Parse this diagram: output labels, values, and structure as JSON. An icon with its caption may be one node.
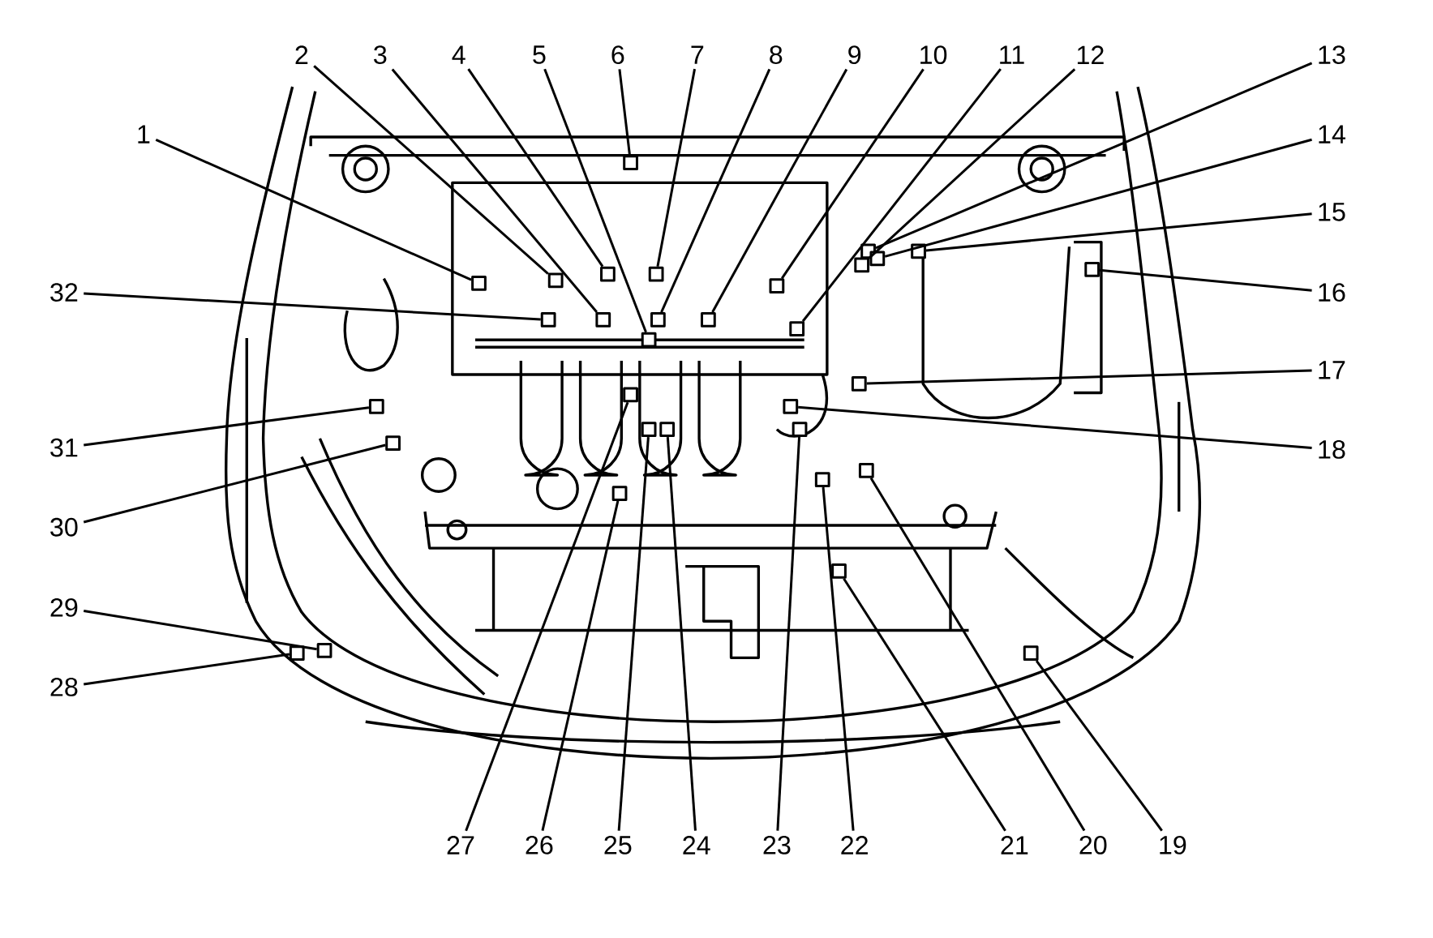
{
  "diagram": {
    "nodes": [
      {
        "text": [
          "1"
        ]
      },
      {
        "text": [
          "2"
        ]
      },
      {
        "text": [
          "3"
        ]
      },
      {
        "text": [
          "4"
        ]
      },
      {
        "text": [
          "5"
        ]
      },
      {
        "text": [
          "6"
        ]
      },
      {
        "text": [
          "7"
        ]
      },
      {
        "text": [
          "8"
        ]
      },
      {
        "text": [
          "9"
        ]
      },
      {
        "text": [
          "10"
        ]
      },
      {
        "text": [
          "11"
        ]
      },
      {
        "text": [
          "12"
        ]
      },
      {
        "text": [
          "13"
        ]
      },
      {
        "text": [
          "14"
        ]
      },
      {
        "text": [
          "15"
        ]
      },
      {
        "text": [
          "16"
        ]
      },
      {
        "text": [
          "17"
        ]
      },
      {
        "text": [
          "18"
        ]
      },
      {
        "text": [
          "19"
        ]
      },
      {
        "text": [
          "20"
        ]
      },
      {
        "text": [
          "21"
        ]
      },
      {
        "text": [
          "22"
        ]
      },
      {
        "text": [
          "23"
        ]
      },
      {
        "text": [
          "24"
        ]
      },
      {
        "text": [
          "25"
        ]
      },
      {
        "text": [
          "26"
        ]
      },
      {
        "text": [
          "27"
        ]
      },
      {
        "text": [
          "28"
        ]
      },
      {
        "text": [
          "29"
        ]
      },
      {
        "text": [
          "30"
        ]
      },
      {
        "text": [
          "31"
        ]
      },
      {
        "text": [
          "32"
        ]
      },
      {
        "text": [],
        "shape": "box"
      },
      {
        "text": [],
        "shape": "box"
      },
      {
        "text": [],
        "shape": "box"
      },
      {
        "text": [],
        "shape": "box"
      },
      {
        "text": [],
        "shape": "box"
      },
      {
        "text": [],
        "shape": "box"
      },
      {
        "text": [],
        "shape": "box"
      },
      {
        "text": [],
        "shape": "box"
      },
      {
        "text": [],
        "shape": "box"
      },
      {
        "text": [],
        "shape": "box"
      },
      {
        "text": [],
        "shape": "box"
      },
      {
        "text": [],
        "shape": "box"
      },
      {
        "text": [],
        "shape": "box"
      },
      {
        "text": [],
        "shape": "box"
      },
      {
        "text": [],
        "shape": "box"
      },
      {
        "text": [],
        "shape": "box"
      },
      {
        "text": [],
        "shape": "box"
      },
      {
        "text": [],
        "shape": "box"
      },
      {
        "text": [],
        "shape": "box"
      },
      {
        "text": [],
        "shape": "box"
      },
      {
        "text": [],
        "shape": "box"
      },
      {
        "text": [],
        "shape": "box"
      },
      {
        "text": [],
        "shape": "box"
      },
      {
        "text": [],
        "shape": "box"
      },
      {
        "text": [],
        "shape": "box"
      },
      {
        "text": [],
        "shape": "box"
      },
      {
        "text": [],
        "shape": "box"
      },
      {
        "text": [],
        "shape": "box"
      },
      {
        "text": [],
        "shape": "box"
      },
      {
        "text": [],
        "shape": "box"
      },
      {
        "text": [],
        "shape": "box"
      },
      {
        "text": [],
        "shape": "box"
      }
    ],
    "edges": [
      {
        "from": 0,
        "to": 32,
        "arrow": "none"
      },
      {
        "from": 1,
        "to": 33,
        "arrow": "none"
      },
      {
        "from": 2,
        "to": 34,
        "arrow": "none"
      },
      {
        "from": 3,
        "to": 35,
        "arrow": "none"
      },
      {
        "from": 4,
        "to": 36,
        "arrow": "none"
      },
      {
        "from": 5,
        "to": 37,
        "arrow": "none"
      },
      {
        "from": 6,
        "to": 38,
        "arrow": "none"
      },
      {
        "from": 7,
        "to": 39,
        "arrow": "none"
      },
      {
        "from": 8,
        "to": 40,
        "arrow": "none"
      },
      {
        "from": 9,
        "to": 41,
        "arrow": "none"
      },
      {
        "from": 10,
        "to": 42,
        "arrow": "none"
      },
      {
        "from": 11,
        "to": 43,
        "arrow": "none"
      },
      {
        "from": 12,
        "to": 44,
        "arrow": "none"
      },
      {
        "from": 13,
        "to": 45,
        "arrow": "none"
      },
      {
        "from": 14,
        "to": 46,
        "arrow": "none"
      },
      {
        "from": 15,
        "to": 47,
        "arrow": "none"
      },
      {
        "from": 16,
        "to": 48,
        "arrow": "none"
      },
      {
        "from": 17,
        "to": 49,
        "arrow": "none"
      },
      {
        "from": 18,
        "to": 50,
        "arrow": "none"
      },
      {
        "from": 19,
        "to": 51,
        "arrow": "none"
      },
      {
        "from": 20,
        "to": 52,
        "arrow": "none"
      },
      {
        "from": 21,
        "to": 53,
        "arrow": "none"
      },
      {
        "from": 22,
        "to": 54,
        "arrow": "none"
      },
      {
        "from": 23,
        "to": 55,
        "arrow": "none"
      },
      {
        "from": 24,
        "to": 56,
        "arrow": "none"
      },
      {
        "from": 25,
        "to": 57,
        "arrow": "none"
      },
      {
        "from": 26,
        "to": 58,
        "arrow": "none"
      },
      {
        "from": 27,
        "to": 59,
        "arrow": "none"
      },
      {
        "from": 28,
        "to": 60,
        "arrow": "none"
      },
      {
        "from": 29,
        "to": 61,
        "arrow": "none"
      },
      {
        "from": 30,
        "to": 62,
        "arrow": "none"
      },
      {
        "from": 31,
        "to": 63,
        "arrow": "none"
      }
    ]
  }
}
